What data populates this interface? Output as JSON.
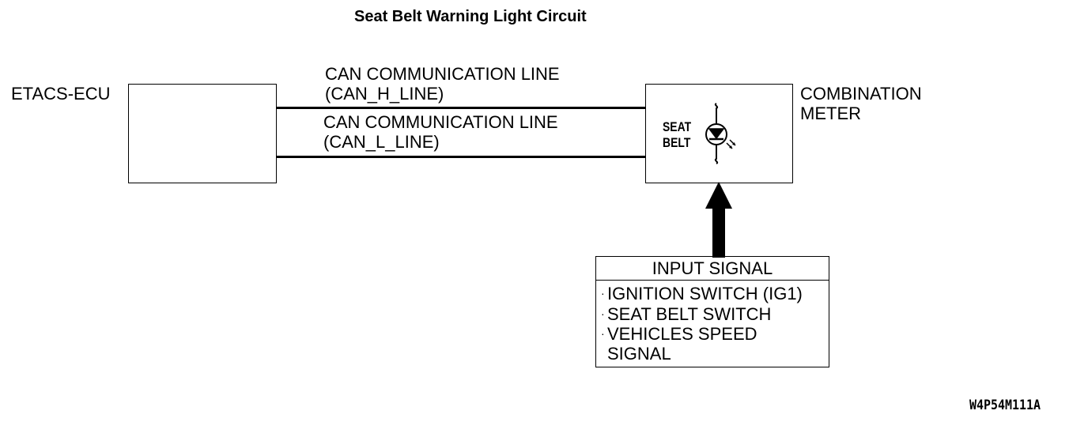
{
  "title": "Seat Belt Warning Light Circuit",
  "etacs": {
    "label": "ETACS-ECU"
  },
  "can_h": {
    "line1": "CAN COMMUNICATION LINE",
    "line2": "(CAN_H_LINE)"
  },
  "can_l": {
    "line1": "CAN COMMUNICATION LINE",
    "line2": "(CAN_L_LINE)"
  },
  "meter": {
    "label_line1": "COMBINATION",
    "label_line2": "METER",
    "indicator_line1": "SEAT",
    "indicator_line2": "BELT",
    "indicator_icon": "led-lamp-icon"
  },
  "input": {
    "heading": "INPUT SIGNAL",
    "items": [
      "IGNITION SWITCH (IG1)",
      "SEAT BELT SWITCH",
      "VEHICLES SPEED",
      "SIGNAL"
    ]
  },
  "figure_code": "W4P54M111A"
}
